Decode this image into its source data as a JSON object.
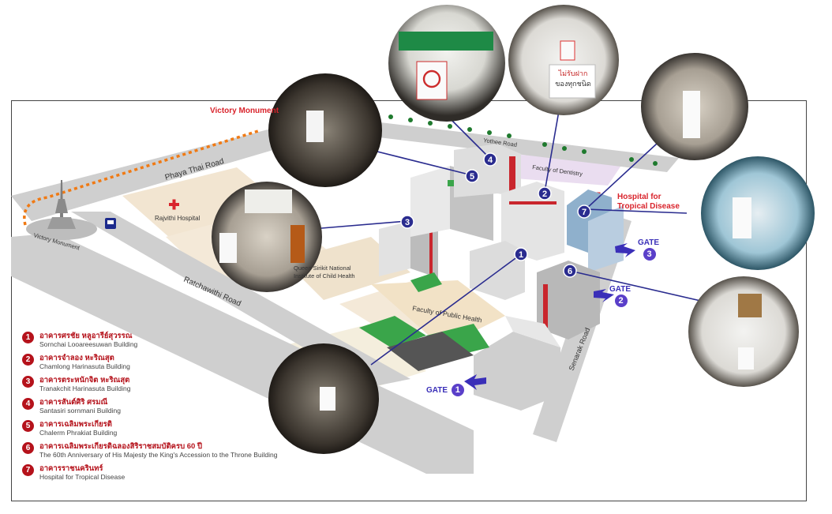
{
  "map": {
    "roads": {
      "phaya_thai": "Phaya Thai Road",
      "ratchawithi": "Ratchawithi Road",
      "yothee": "Yothee Road",
      "senarak": "Senarak Road"
    },
    "landmarks": {
      "victory_monument_top": "Victory Monument",
      "victory_monument": "Victory Monument",
      "rajvithi_hospital": "Rajvithi Hospital",
      "faculty_dentistry": "Faculty of Dentistry",
      "faculty_public_health": "Faculty of Public Health",
      "child_health_line1": "Queen Sirikit National",
      "child_health_line2": "Institute of Child Health",
      "hospital_tropical_line1": "Hospital for",
      "hospital_tropical_line2": "Tropical Disease"
    },
    "gates": [
      {
        "label": "GATE",
        "num": "1"
      },
      {
        "label": "GATE",
        "num": "2"
      },
      {
        "label": "GATE",
        "num": "3"
      }
    ],
    "markers": [
      "1",
      "2",
      "3",
      "4",
      "5",
      "6",
      "7"
    ],
    "signs": {
      "handwritten_line1": "ไม่รับฝาก",
      "handwritten_line2": "ของทุกชนิด"
    }
  },
  "legend": [
    {
      "num": "1",
      "thai": "อาคารศรชัย หลูอารีย์สุวรรณ",
      "english": "Sornchai Looareesuwan Building"
    },
    {
      "num": "2",
      "thai": "อาคารจำลอง หะริณสุต",
      "english": "Chamlong Harinasuta Building"
    },
    {
      "num": "3",
      "thai": "อาคารตระหนักจิต หะริณสุต",
      "english": "Tranakchit Harinasuta Building"
    },
    {
      "num": "4",
      "thai": "อาคารสันต์ศิริ ศรมณี",
      "english": "Santasiri sornmani Building"
    },
    {
      "num": "5",
      "thai": "อาคารเฉลิมพระเกียรติ",
      "english": "Chalerm Phrakiat Building"
    },
    {
      "num": "6",
      "thai": "อาคารเฉลิมพระเกียรติฉลองสิริราชสมบัติครบ 60 ปี",
      "english": "The 60th Anniversary of His Majesty the King's Accession to the Throne Building"
    },
    {
      "num": "7",
      "thai": "อาคารราชนครินทร์",
      "english": "Hospital for Tropical Disease"
    }
  ],
  "colors": {
    "road": "#cfcfcf",
    "block": "#f3e7d3",
    "accent_red": "#d9242c",
    "marker_blue": "#2a2c8f",
    "gate_purple": "#5a3fc9",
    "route_orange": "#f07a14"
  }
}
